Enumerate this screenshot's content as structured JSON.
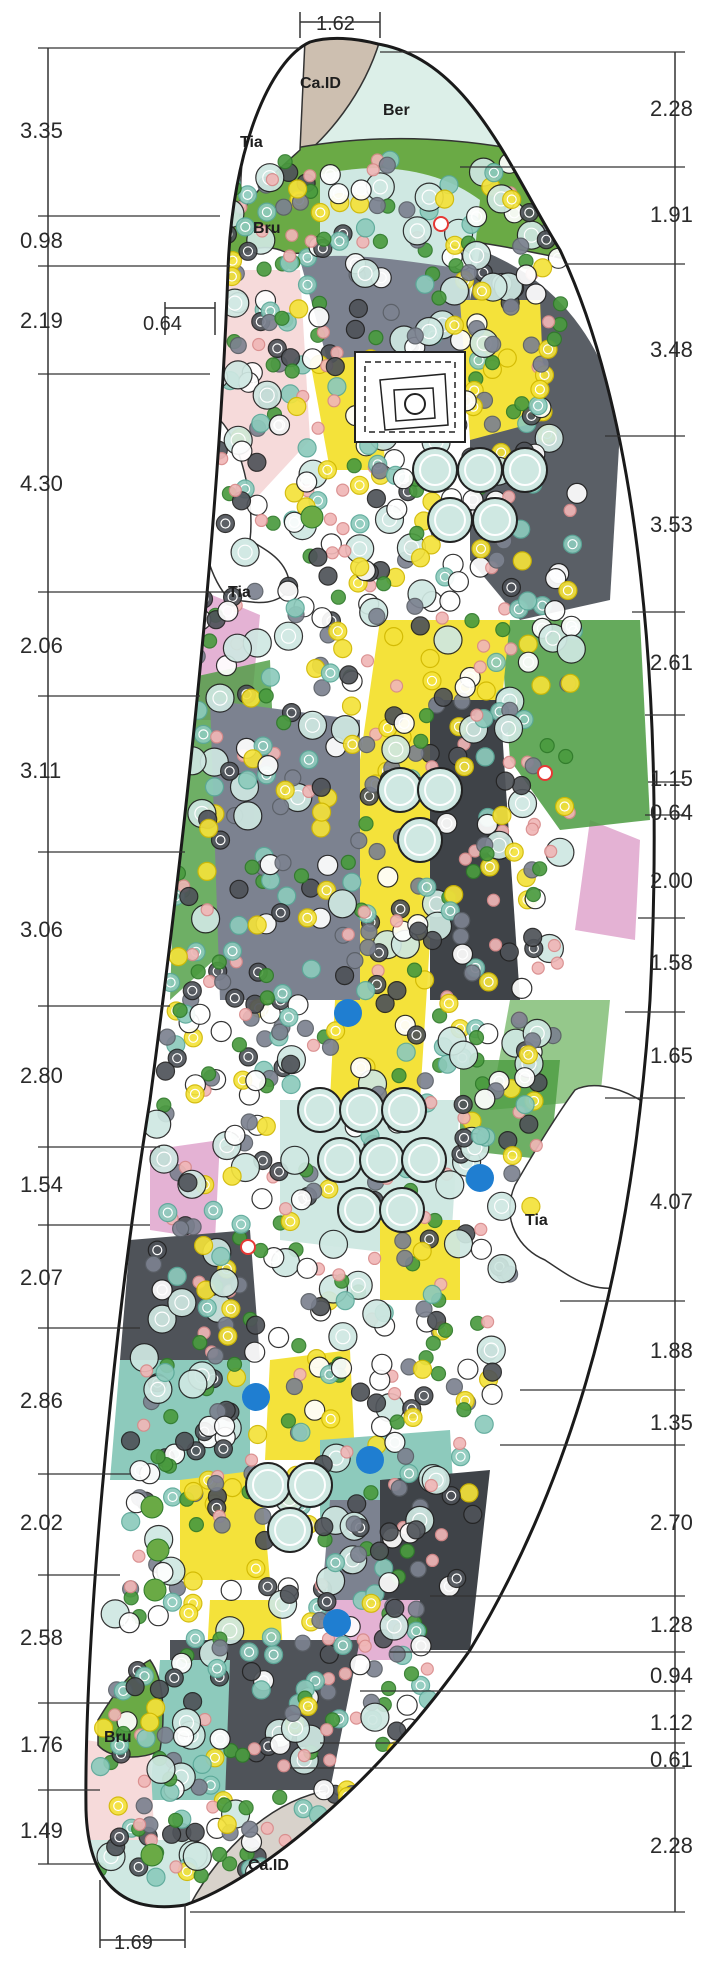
{
  "diagram": {
    "left_dimensions": [
      "3.35",
      "0.98",
      "2.19",
      "4.30",
      "2.06",
      "3.11",
      "3.06",
      "2.80",
      "1.54",
      "2.07",
      "2.86",
      "2.02",
      "2.58",
      "1.76",
      "1.49"
    ],
    "right_dimensions": [
      "2.28",
      "1.91",
      "3.48",
      "3.53",
      "2.61",
      "1.15",
      "0.64",
      "2.00",
      "1.58",
      "1.65",
      "4.07",
      "1.88",
      "1.35",
      "2.70",
      "1.28",
      "0.94",
      "1.12",
      "0.61",
      "2.28"
    ],
    "inner_dimension": "0.64",
    "top_width": "1.62",
    "bottom_width": "1.69",
    "zone_labels": {
      "ca_id_top": "Ca.ID",
      "ber": "Ber",
      "tia_top": "Tia",
      "bru_top": "Bru",
      "tia_mid_left": "Tia",
      "tia_right": "Tia",
      "bru_bottom": "Bru",
      "ca_id_bottom": "Ca.ID"
    },
    "colors": {
      "outline": "#1a1a1a",
      "bru_green": "#6aaa45",
      "ca_id_tan": "#cdbfb0",
      "ber_mint": "#dcefe8",
      "yellow": "#f4e23a",
      "dark_gray": "#4f5359",
      "mid_gray": "#7c8290",
      "pale_teal": "#cfe8e2",
      "mint_rings": "#8dcabc",
      "pink": "#e4b2d4",
      "pink_dots": "#f0b7b7",
      "green_stars": "#4a9b3f",
      "blue": "#1f7ed1",
      "red": "#e53935"
    }
  }
}
